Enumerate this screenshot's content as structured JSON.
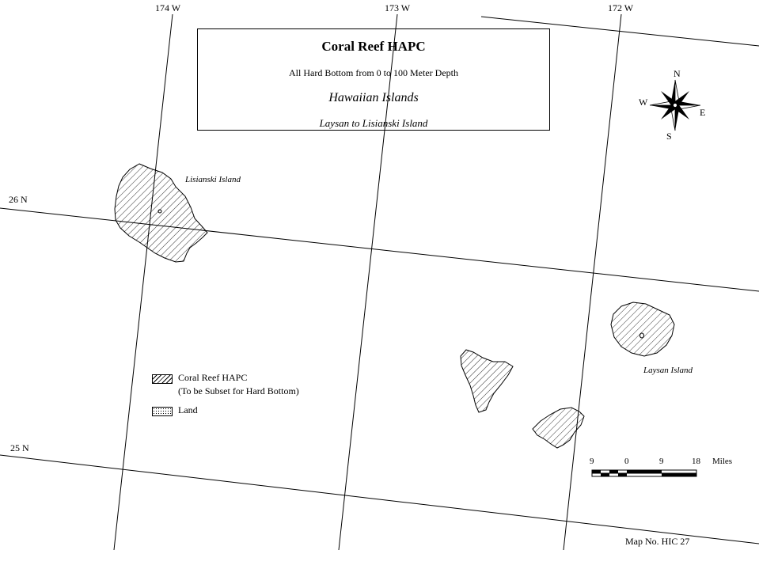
{
  "title": {
    "main": "Coral Reef HAPC",
    "subtitle": "All Hard Bottom from 0 to 100 Meter Depth",
    "region": "Hawaiian Islands",
    "area": "Laysan to Lisianski Island"
  },
  "graticule": {
    "longitudes": [
      "174 W",
      "173 W",
      "172 W"
    ],
    "latitudes": [
      "26 N",
      "25 N"
    ]
  },
  "places": {
    "lisianski": "Lisianski Island",
    "laysan": "Laysan Island"
  },
  "legend": {
    "coral_reef_line1": "Coral Reef HAPC",
    "coral_reef_line2": "(To be Subset for Hard Bottom)",
    "land": "Land"
  },
  "scale": {
    "ticks": [
      "9",
      "0",
      "9",
      "18"
    ],
    "unit": "Miles"
  },
  "compass": {
    "n": "N",
    "s": "S",
    "e": "E",
    "w": "W"
  },
  "map_number": "Map No. HIC 27"
}
